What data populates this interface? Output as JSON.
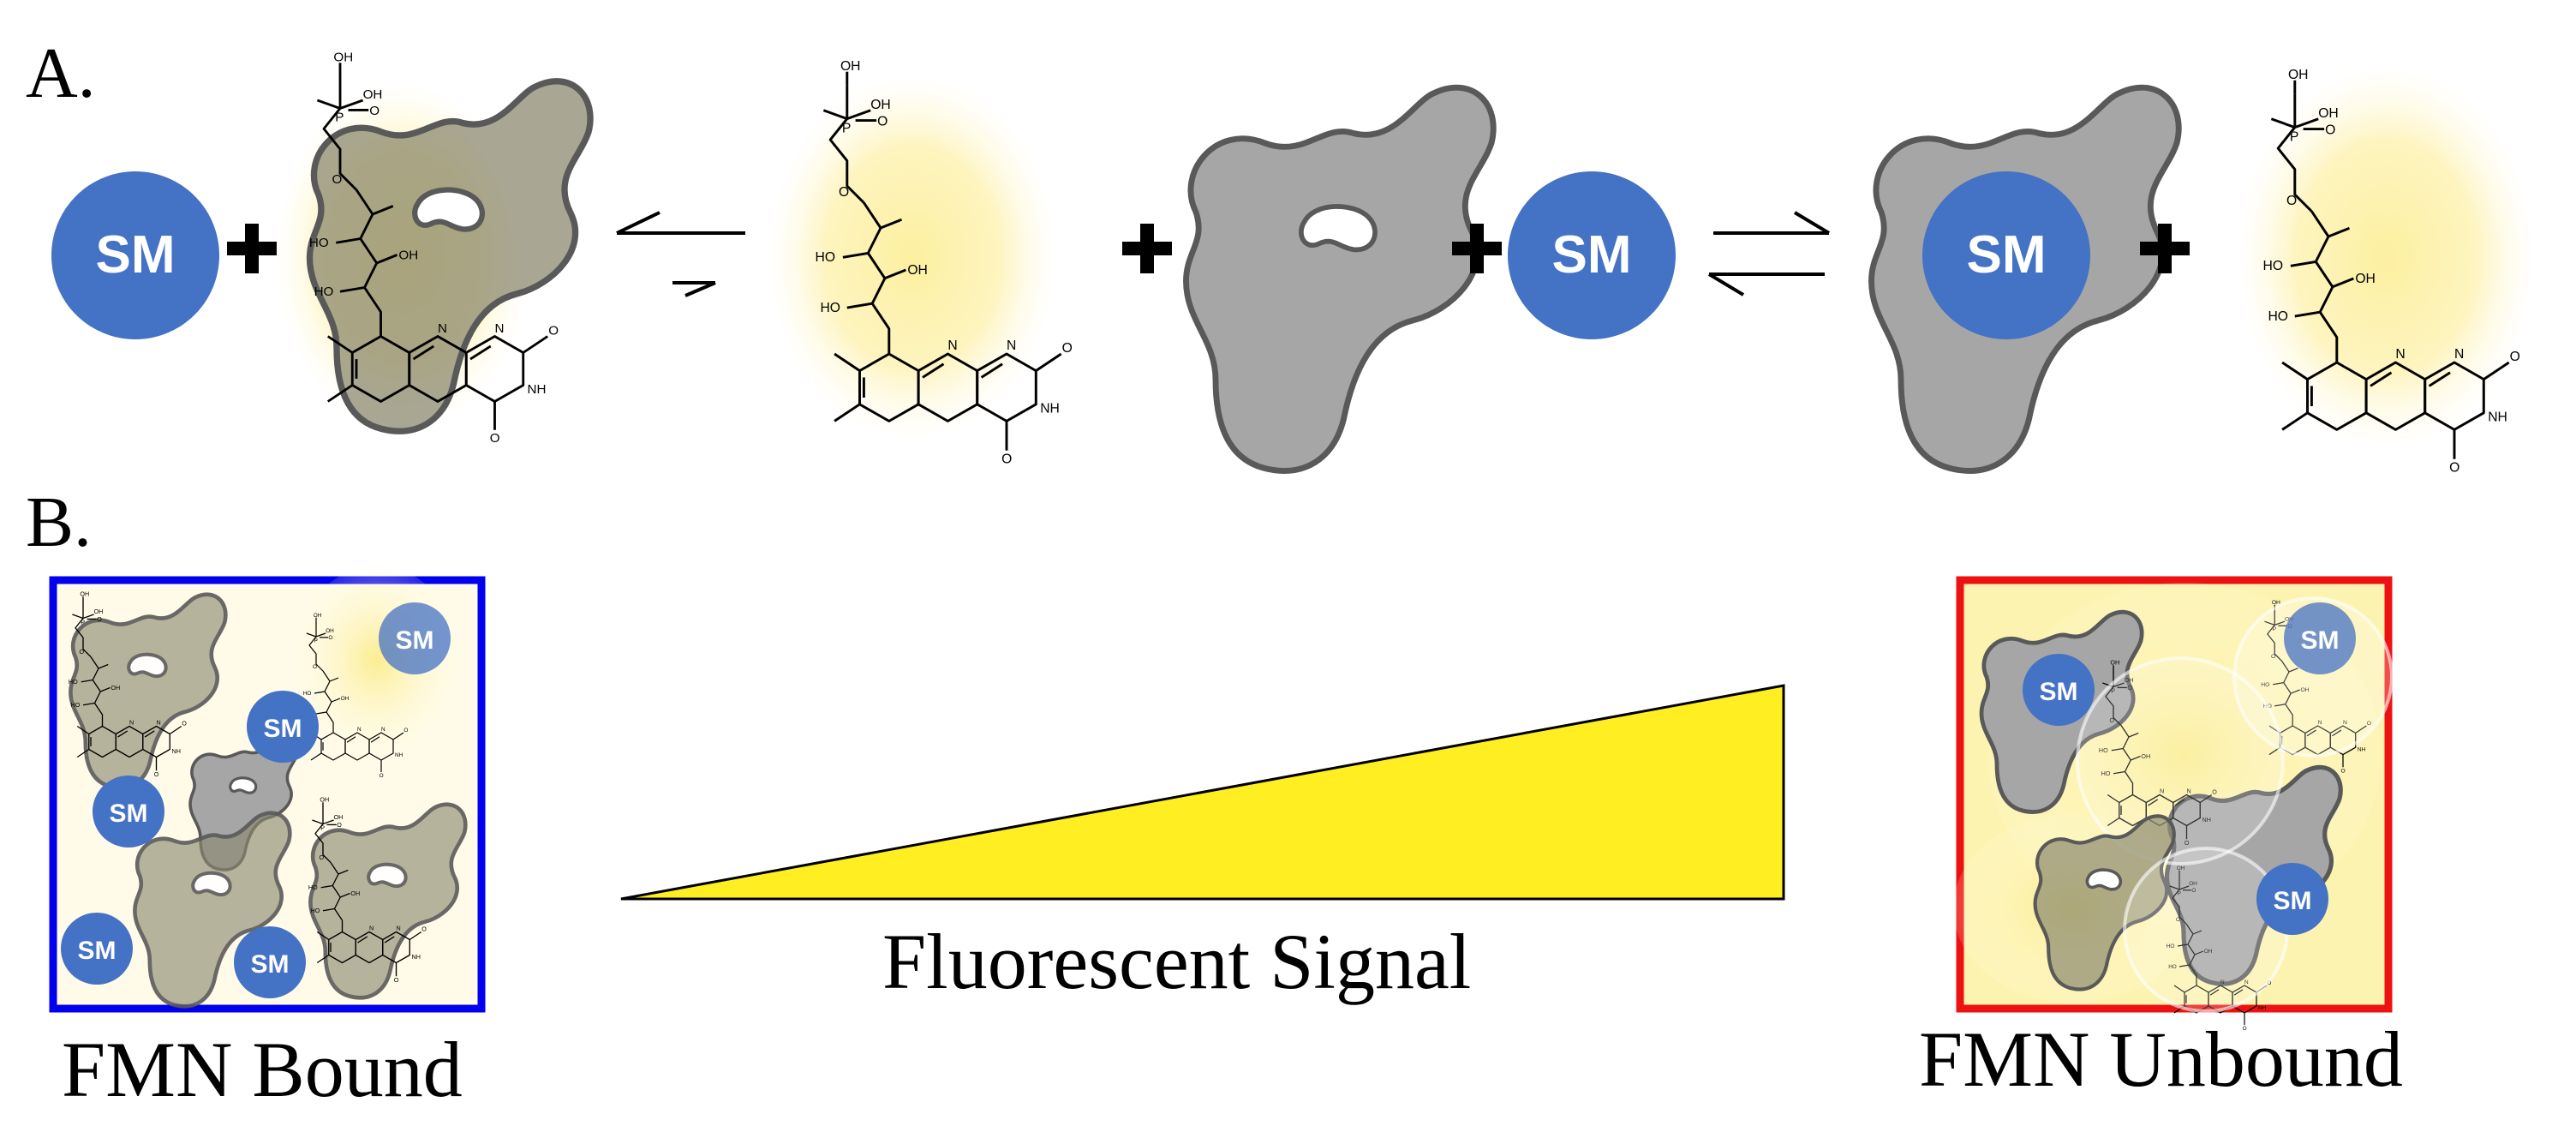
{
  "panels": {
    "a_label": "A.",
    "b_label": "B."
  },
  "sm_label": "SM",
  "captions": {
    "bound": "FMN Bound",
    "signal": "Fluorescent Signal",
    "unbound": "FMN Unbound"
  },
  "colors": {
    "sm_blue": "#4472c4",
    "protein_gray": "#a6a6a6",
    "protein_outline": "#595959",
    "glow_yellow": "#fdf1a6",
    "wedge_yellow": "#ffee22",
    "bound_box": "#0000ee",
    "unbound_box": "#ee1111"
  }
}
